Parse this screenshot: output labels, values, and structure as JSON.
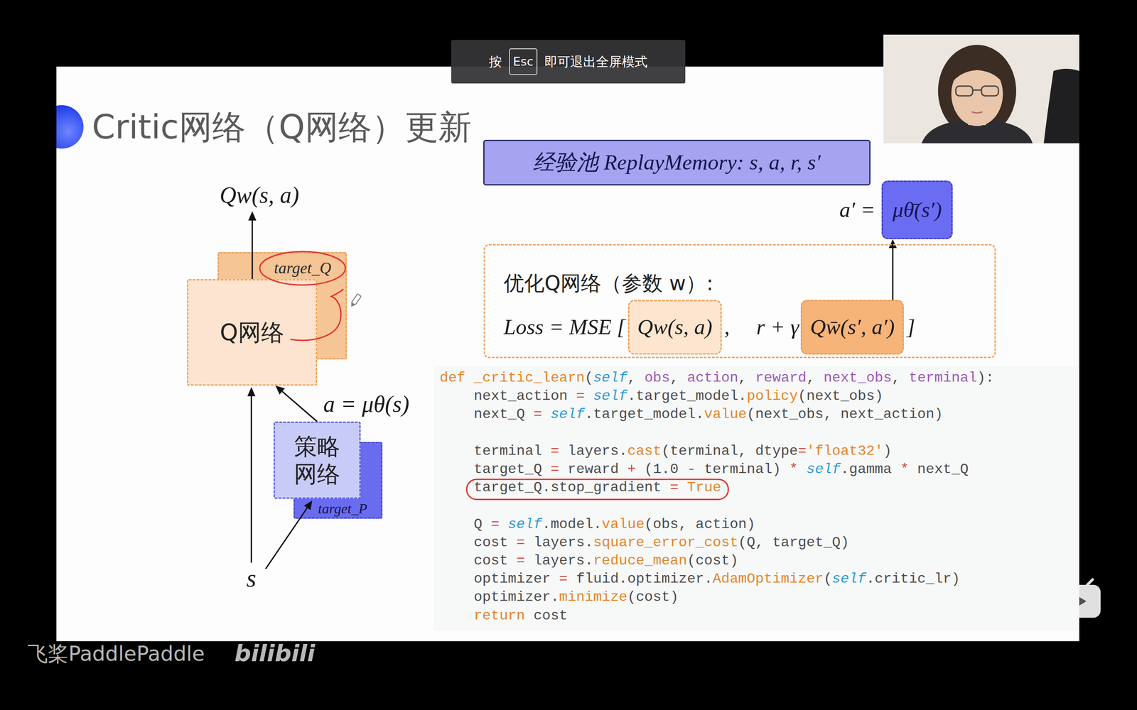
{
  "diagram": {
    "title": "Critic网络（Q网络）更新",
    "nodes": [
      {
        "text": [
          "按",
          "即可退出全屏模式"
        ]
      },
      {
        "text": [
          "Esc"
        ],
        "in": 0
      },
      {
        "text": [
          "target_Q"
        ]
      },
      {
        "text": [
          "Q网络"
        ]
      },
      {
        "text": [
          "target_P"
        ]
      },
      {
        "text": [
          "策略网络"
        ]
      },
      {
        "text": [
          "经验池 ReplayMemory: s, a, r, s′"
        ]
      },
      {
        "text": [
          "μθ̄(s′)"
        ]
      },
      {
        "text": [
          "优化Q网络（参数 w）:",
          "Loss = MSE [",
          ",",
          "r + γ",
          "]"
        ]
      },
      {
        "text": [
          "Qw(s, a)"
        ],
        "in": 8
      },
      {
        "text": [
          "Qw̄(s′, a′)"
        ],
        "in": 8
      },
      {
        "text": [
          "def _critic_learn(self, obs, action, reward, next_obs, terminal):",
          "next_action = self.target_model.policy(next_obs)",
          "next_Q = self.target_model.value(next_obs, next_action)",
          "terminal = layers.cast(terminal, dtype='float32')",
          "target_Q = reward + (1.0 - terminal) * self.gamma * next_Q",
          "target_Q.stop_gradient = True",
          "Q = self.model.value(obs, action)",
          "cost = layers.square_error_cost(Q, target_Q)",
          "cost = layers.reduce_mean(cost)",
          "optimizer = fluid.optimizer.AdamOptimizer(self.critic_lr)",
          "optimizer.minimize(cost)",
          "return cost"
        ]
      }
    ],
    "edges": [
      {
        "from": 5,
        "to": 3,
        "label": "a = μθ(s)",
        "arrow": "to"
      },
      {
        "from": 10,
        "to": 7,
        "arrow": "to"
      }
    ],
    "labels": [
      "Qw(s, a)",
      "a′ =",
      "s",
      "飞桨PaddlePaddle",
      "bilibili"
    ]
  }
}
